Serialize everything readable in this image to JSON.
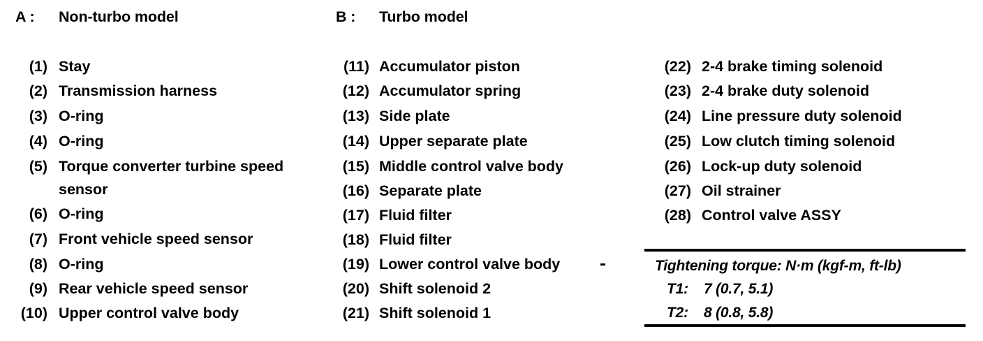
{
  "document": {
    "headers": [
      {
        "key": "A :",
        "label": "Non-turbo model"
      },
      {
        "key": "B :",
        "label": "Turbo model"
      }
    ],
    "column1": {
      "items": [
        {
          "num": "(1)",
          "label": "Stay"
        },
        {
          "num": "(2)",
          "label": "Transmission harness"
        },
        {
          "num": "(3)",
          "label": "O-ring"
        },
        {
          "num": "(4)",
          "label": "O-ring"
        },
        {
          "num": "(5)",
          "label": "Torque converter turbine speed",
          "label2": "sensor"
        },
        {
          "num": "(6)",
          "label": "O-ring"
        },
        {
          "num": "(7)",
          "label": "Front vehicle speed sensor"
        },
        {
          "num": "(8)",
          "label": "O-ring"
        },
        {
          "num": "(9)",
          "label": "Rear vehicle speed sensor"
        },
        {
          "num": "(10)",
          "label": "Upper control valve body"
        }
      ]
    },
    "column2": {
      "items": [
        {
          "num": "(11)",
          "label": "Accumulator piston"
        },
        {
          "num": "(12)",
          "label": "Accumulator spring"
        },
        {
          "num": "(13)",
          "label": "Side plate"
        },
        {
          "num": "(14)",
          "label": "Upper separate plate"
        },
        {
          "num": "(15)",
          "label": "Middle control valve body"
        },
        {
          "num": "(16)",
          "label": "Separate plate"
        },
        {
          "num": "(17)",
          "label": "Fluid filter"
        },
        {
          "num": "(18)",
          "label": "Fluid filter"
        },
        {
          "num": "(19)",
          "label": "Lower control valve body"
        },
        {
          "num": "(20)",
          "label": "Shift solenoid 2"
        },
        {
          "num": "(21)",
          "label": "Shift solenoid 1"
        }
      ]
    },
    "column3": {
      "items": [
        {
          "num": "(22)",
          "label": "2-4 brake timing solenoid"
        },
        {
          "num": "(23)",
          "label": "2-4 brake duty solenoid"
        },
        {
          "num": "(24)",
          "label": "Line pressure duty solenoid"
        },
        {
          "num": "(25)",
          "label": "Low clutch timing solenoid"
        },
        {
          "num": "(26)",
          "label": "Lock-up duty solenoid"
        },
        {
          "num": "(27)",
          "label": "Oil strainer"
        },
        {
          "num": "(28)",
          "label": "Control valve ASSY"
        }
      ]
    },
    "torque_box": {
      "title": "Tightening torque: N·m (kgf-m, ft-lb)",
      "rows": [
        {
          "key": "T1:",
          "value": "7 (0.7, 5.1)"
        },
        {
          "key": "T2:",
          "value": "8 (0.8, 5.8)"
        }
      ]
    }
  },
  "colors": {
    "ink": "#000000",
    "paper": "#ffffff"
  }
}
